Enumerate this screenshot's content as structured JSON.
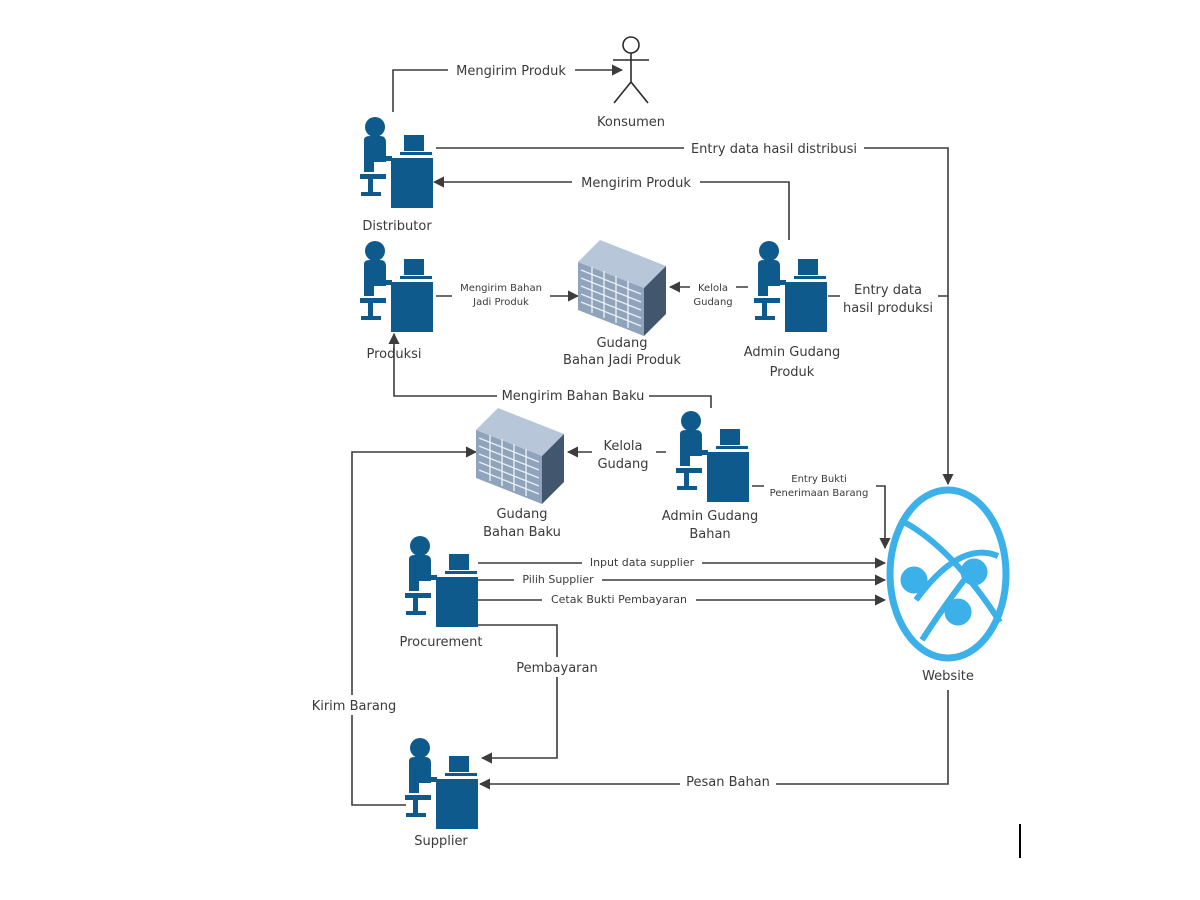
{
  "nodes": {
    "konsumen": "Konsumen",
    "distributor": "Distributor",
    "produksi": "Produksi",
    "admin_produk": [
      "Admin Gudang",
      "Produk"
    ],
    "gudang_jadi": [
      "Gudang",
      "Bahan Jadi Produk"
    ],
    "admin_bahan": [
      "Admin Gudang",
      "Bahan"
    ],
    "gudang_baku": [
      "Gudang",
      "Bahan Baku"
    ],
    "procurement": "Procurement",
    "supplier": "Supplier",
    "website": "Website"
  },
  "edges": {
    "distributor_konsumen": "Mengirim Produk",
    "distributor_website": "Entry data hasil distribusi",
    "admin_produk_distributor": "Mengirim Produk",
    "produksi_gudang_jadi": [
      "Mengirim Bahan",
      "Jadi Produk"
    ],
    "admin_produk_gudang_jadi": [
      "Kelola",
      "Gudang"
    ],
    "admin_produk_website": [
      "Entry data",
      "hasil produksi"
    ],
    "admin_bahan_produksi": "Mengirim Bahan Baku",
    "admin_bahan_gudang_baku": [
      "Kelola",
      "Gudang"
    ],
    "admin_bahan_website": [
      "Entry Bukti",
      "Penerimaan Barang"
    ],
    "procurement_input": "Input data supplier",
    "procurement_pilih": "Pilih Supplier",
    "procurement_cetak": "Cetak Bukti Pembayaran",
    "procurement_supplier": "Pembayaran",
    "supplier_gudang_baku": "Kirim Barang",
    "website_supplier": "Pesan Bahan"
  },
  "colors": {
    "actor": "#0f5a8c",
    "server": "#7f93ab",
    "website": "#3cb0e8",
    "line": "#3c3c3c"
  }
}
